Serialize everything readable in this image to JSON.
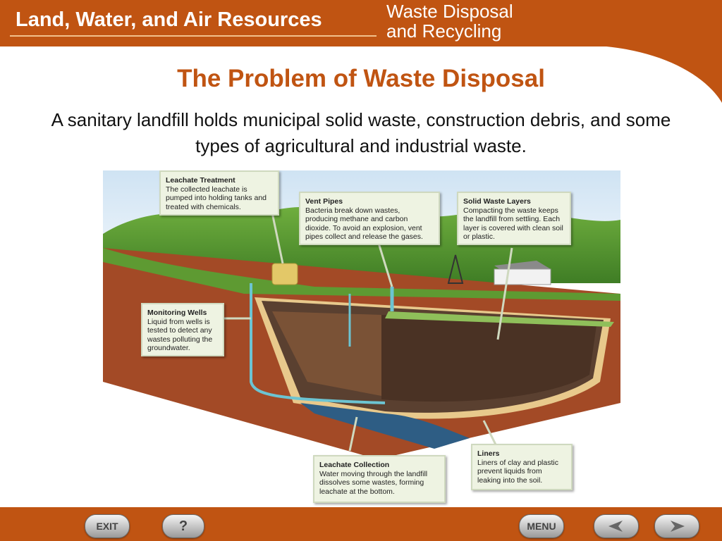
{
  "header": {
    "chapter_title": "Land, Water, and Air Resources",
    "section_title_line1": "Waste Disposal",
    "section_title_line2": "and Recycling"
  },
  "slide": {
    "title": "The Problem of Waste Disposal",
    "body": "A sanitary landfill holds municipal solid waste, construction debris, and some types of agricultural and industrial waste."
  },
  "callouts": {
    "leachate_treatment": {
      "title": "Leachate Treatment",
      "text": "The collected leachate is pumped into holding tanks and treated with chemicals."
    },
    "vent_pipes": {
      "title": "Vent Pipes",
      "text": "Bacteria break down wastes, producing methane and carbon dioxide. To avoid an explosion, vent pipes collect and release the gases."
    },
    "solid_waste_layers": {
      "title": "Solid Waste Layers",
      "text": "Compacting the waste keeps the landfill from settling. Each layer is covered with clean soil or plastic."
    },
    "monitoring_wells": {
      "title": "Monitoring Wells",
      "text": "Liquid from wells is tested to detect any wastes polluting the groundwater."
    },
    "leachate_collection": {
      "title": "Leachate Collection",
      "text": "Water moving through the landfill dissolves some wastes, forming leachate at the bottom."
    },
    "liners": {
      "title": "Liners",
      "text": "Liners of clay and plastic prevent liquids from leaking into the soil."
    }
  },
  "nav": {
    "exit_label": "EXIT",
    "help_label": "?",
    "menu_label": "MENU",
    "back_icon": "left-arrow-icon",
    "forward_icon": "right-arrow-icon"
  },
  "colors": {
    "brand": "#c05412",
    "title_text": "#c05412",
    "callout_bg": "#eef3e2"
  }
}
